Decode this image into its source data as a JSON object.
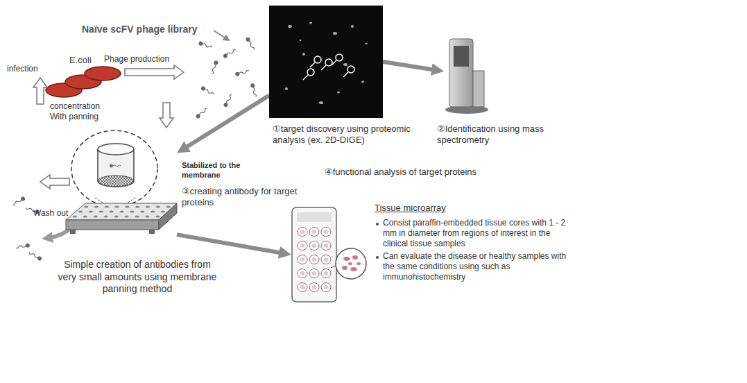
{
  "diagram": {
    "nodes": [
      {
        "text": [
          "①target discovery using proteomic analysis (ex. 2D-DIGE)"
        ]
      },
      {
        "text": [
          "②Identification using mass spectrometry"
        ]
      },
      {
        "text": [
          "Simple creation of antibodies from very small amounts using membrane panning method"
        ]
      },
      {
        "text": [
          "Tissue microarray",
          "Consist paraffin-embedded tissue cores with 1 - 2 mm in diameter from regions of interest in the clinical tissue samples",
          "Can evaluate the disease or healthy samples with the same conditions using such as immunohistochemistry"
        ]
      }
    ],
    "edges": [
      {
        "from": 0,
        "to": 1,
        "arrow": "to"
      },
      {
        "from": 0,
        "to": 2,
        "arrow": "to"
      },
      {
        "from": 2,
        "to": 3,
        "arrow": "to"
      }
    ],
    "labels": [
      "Naïve scFV phage library",
      "E.coli",
      "Phage production",
      "infection",
      "concentration With panning",
      "Stabilized to the membrane",
      "③creating antibody for target proteins",
      "④functional analysis of target proteins",
      "Wash out"
    ]
  }
}
